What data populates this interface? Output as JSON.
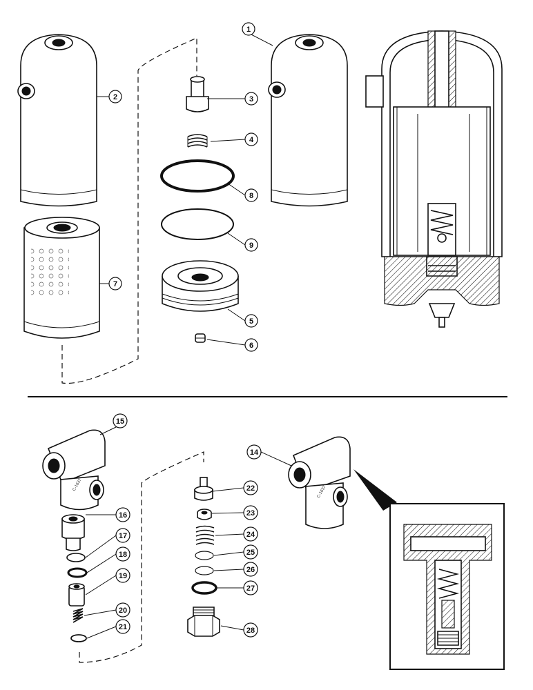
{
  "callouts": [
    {
      "id": "c1",
      "label": "1"
    },
    {
      "id": "c2",
      "label": "2"
    },
    {
      "id": "c3",
      "label": "3"
    },
    {
      "id": "c4",
      "label": "4"
    },
    {
      "id": "c5",
      "label": "5"
    },
    {
      "id": "c6",
      "label": "6"
    },
    {
      "id": "c7",
      "label": "7"
    },
    {
      "id": "c8",
      "label": "8"
    },
    {
      "id": "c9",
      "label": "9"
    },
    {
      "id": "c14",
      "label": "14"
    },
    {
      "id": "c15",
      "label": "15"
    },
    {
      "id": "c16",
      "label": "16"
    },
    {
      "id": "c17",
      "label": "17"
    },
    {
      "id": "c18",
      "label": "18"
    },
    {
      "id": "c19",
      "label": "19"
    },
    {
      "id": "c20",
      "label": "20"
    },
    {
      "id": "c21",
      "label": "21"
    },
    {
      "id": "c22",
      "label": "22"
    },
    {
      "id": "c23",
      "label": "23"
    },
    {
      "id": "c24",
      "label": "24"
    },
    {
      "id": "c25",
      "label": "25"
    },
    {
      "id": "c26",
      "label": "26"
    },
    {
      "id": "c27",
      "label": "27"
    },
    {
      "id": "c28",
      "label": "28"
    }
  ],
  "stamp": "C-1637"
}
